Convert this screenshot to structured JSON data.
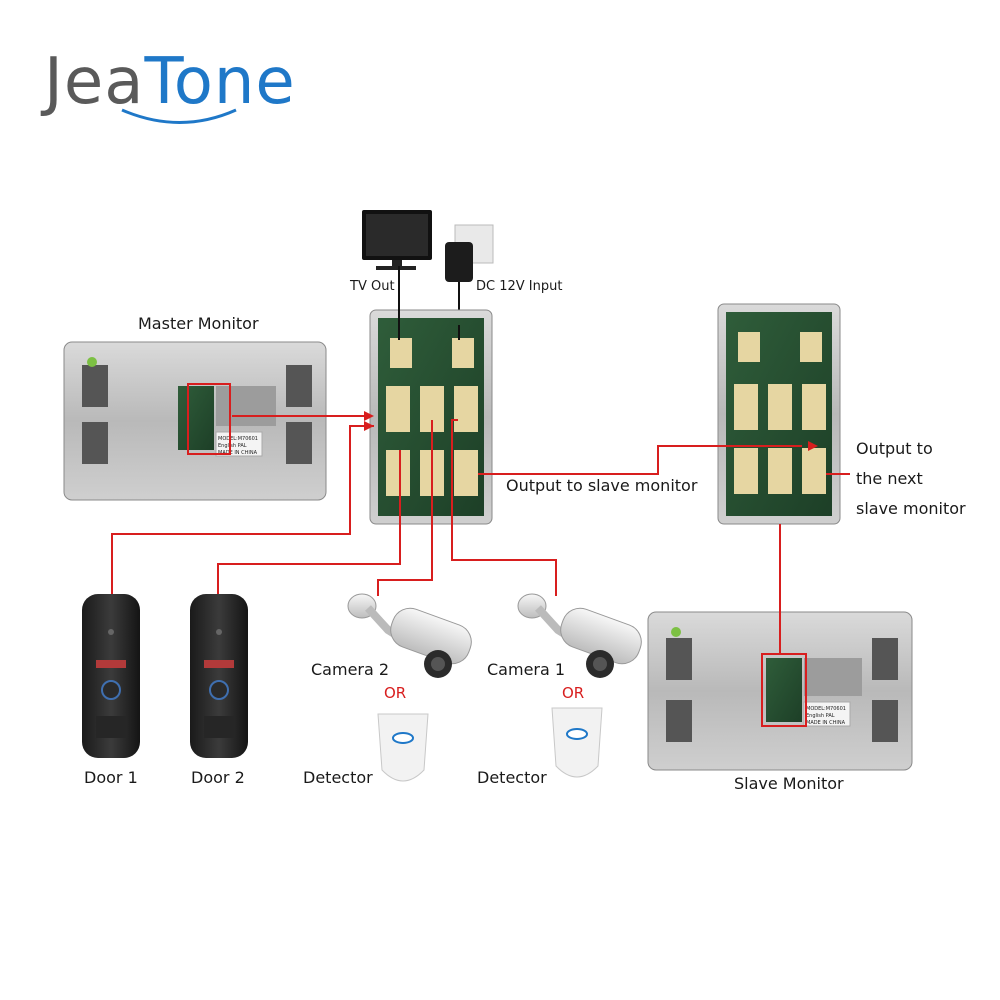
{
  "brand": {
    "part1": "Jea",
    "part2": "Tone"
  },
  "labels": {
    "master_monitor": "Master Monitor",
    "slave_monitor": "Slave Monitor",
    "tv_out": "TV Out",
    "dc_input": "DC 12V Input",
    "output_slave": "Output to slave monitor",
    "output_next_1": "Output to",
    "output_next_2": "the next",
    "output_next_3": "slave monitor",
    "door1": "Door 1",
    "door2": "Door 2",
    "camera2": "Camera 2",
    "camera1": "Camera 1",
    "or": "OR",
    "detector": "Detector"
  },
  "monitor_label": {
    "line1": "MODEL:M70601",
    "line2": "English PAL",
    "line3": "MADE IN CHINA"
  },
  "colors": {
    "wire": "#d81e1e",
    "blue": "#1f78c8",
    "gray": "#5a5a5a"
  }
}
